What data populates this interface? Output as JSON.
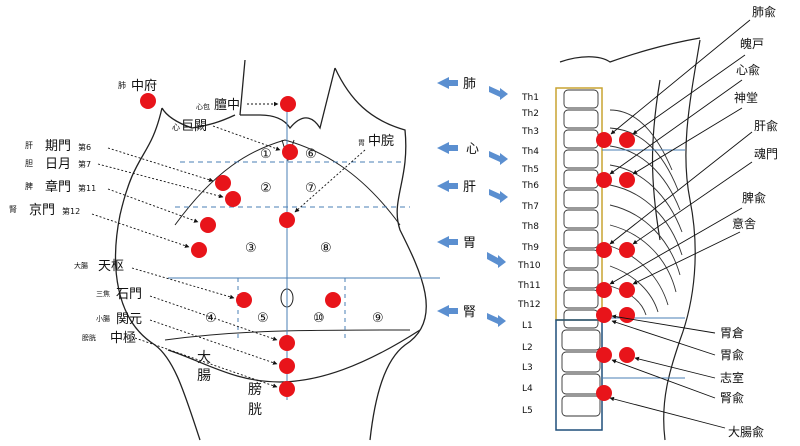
{
  "front": {
    "points": [
      {
        "organ": "肺",
        "name": "中府"
      },
      {
        "organ": "心包",
        "name": "膻中"
      },
      {
        "organ": "心",
        "name": "巨闕"
      },
      {
        "organ": "肝",
        "name": "期門",
        "note": "第6"
      },
      {
        "organ": "胆",
        "name": "日月",
        "note": "第7"
      },
      {
        "organ": "脾",
        "name": "章門",
        "note": "第11"
      },
      {
        "organ": "腎",
        "name": "京門",
        "note": "第12"
      },
      {
        "organ": "胃",
        "name": "中脘"
      },
      {
        "organ": "大腸",
        "name": "天枢"
      },
      {
        "organ": "三焦",
        "name": "石門"
      },
      {
        "organ": "小腸",
        "name": "関元"
      },
      {
        "organ": "膀胱",
        "name": "中極"
      }
    ],
    "regions": [
      "①",
      "②",
      "③",
      "④",
      "⑤",
      "⑥",
      "⑦",
      "⑧",
      "⑨",
      "⑩"
    ],
    "vertical_labels": [
      {
        "text": "大腸"
      },
      {
        "text": "膀胱"
      }
    ]
  },
  "center_organs": [
    "肺",
    "心",
    "肝",
    "胃",
    "腎"
  ],
  "spine_levels": [
    "Th1",
    "Th2",
    "Th3",
    "Th4",
    "Th5",
    "Th6",
    "Th7",
    "Th8",
    "Th9",
    "Th10",
    "Th11",
    "Th12",
    "L1",
    "L2",
    "L3",
    "L4",
    "L5"
  ],
  "back_points": [
    "肺兪",
    "魄戸",
    "心兪",
    "神堂",
    "肝兪",
    "魂門",
    "脾兪",
    "意舎",
    "胃倉",
    "胃兪",
    "志室",
    "腎兪",
    "大腸兪"
  ],
  "colors": {
    "point": "#e8141a",
    "guide": "#4a7fb5",
    "arrow": "#5b8fd0",
    "spine_box": "#c9a431",
    "lumbar_box": "#1f4f7a"
  }
}
